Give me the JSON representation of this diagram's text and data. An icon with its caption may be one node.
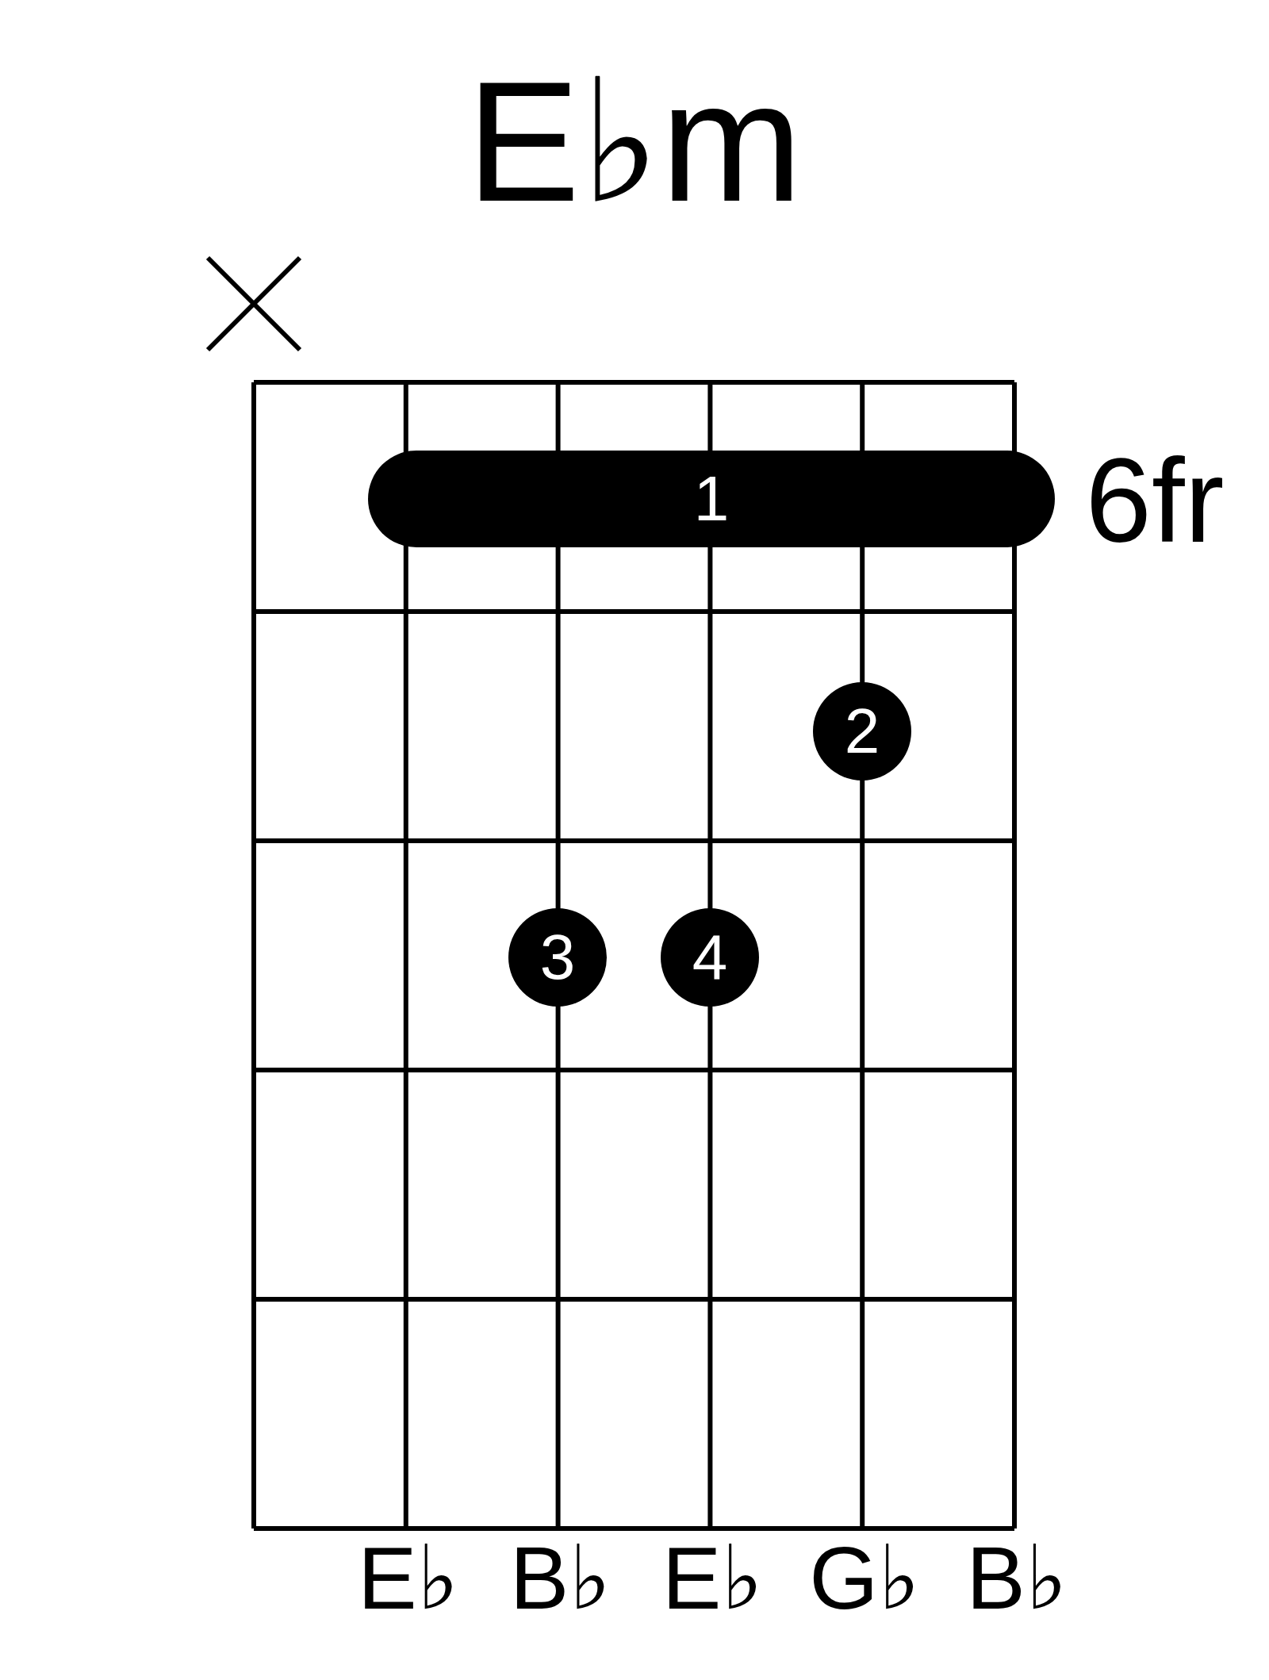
{
  "diagram": {
    "title": "E♭m",
    "nodes": [
      {
        "text": [
          "1"
        ]
      },
      {
        "text": [
          "2"
        ]
      },
      {
        "text": [
          "3"
        ]
      },
      {
        "text": [
          "4"
        ]
      }
    ],
    "labels": [
      "6fr",
      "E♭",
      "B♭",
      "E♭",
      "G♭",
      "B♭"
    ]
  }
}
